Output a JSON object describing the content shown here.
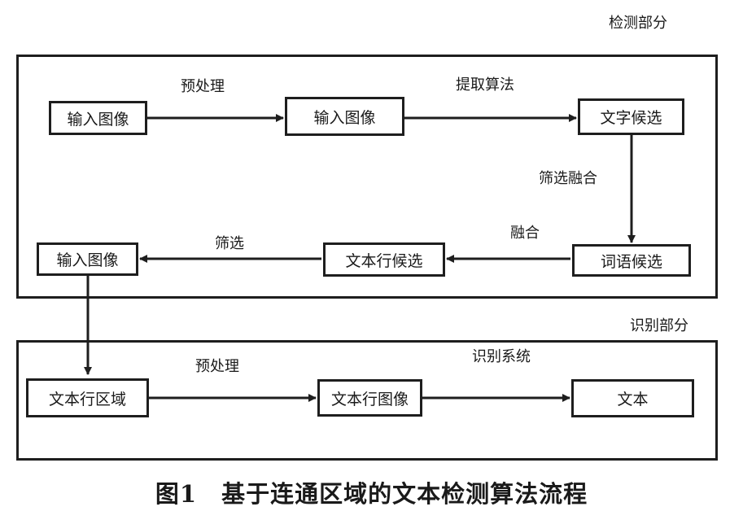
{
  "sections": {
    "detection_title": "检测部分",
    "recognition_title": "识别部分"
  },
  "nodes": {
    "input_image_1": "输入图像",
    "input_image_2": "输入图像",
    "text_candidate": "文字候选",
    "word_candidate": "词语候选",
    "textline_candidate": "文本行候选",
    "input_image_3": "输入图像",
    "textline_region": "文本行区域",
    "textline_image": "文本行图像",
    "text_output": "文本"
  },
  "edge_labels": {
    "preprocess_1": "预处理",
    "extract_algorithm": "提取算法",
    "filter_fuse": "筛选融合",
    "fuse": "融合",
    "filter": "筛选",
    "preprocess_2": "预处理",
    "recognition_system": "识别系统"
  },
  "caption": "图1　基于连通区域的文本检测算法流程"
}
